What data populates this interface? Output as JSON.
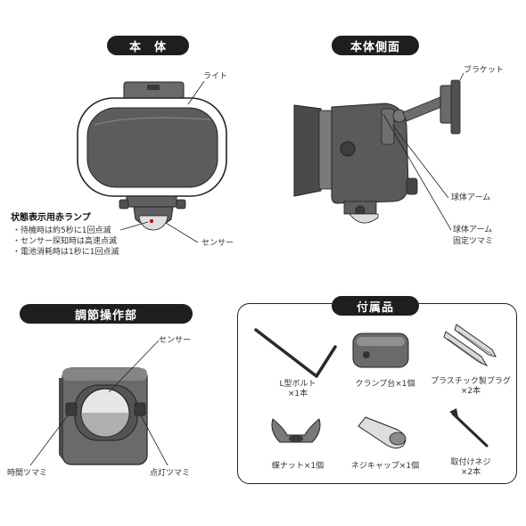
{
  "sections": {
    "main_body": "本　体",
    "side_view": "本体側面",
    "controls": "調節操作部",
    "accessories": "付属品"
  },
  "labels": {
    "light": "ライト",
    "sensor": "センサー",
    "bracket": "ブラケット",
    "ball_arm": "球体アーム",
    "ball_arm_knob_1": "球体アーム",
    "ball_arm_knob_2": "固定ツマミ",
    "controls_sensor": "センサー",
    "time_knob": "時間ツマミ",
    "light_knob": "点灯ツマミ"
  },
  "status_lamp": {
    "title": "状態表示用赤ランプ",
    "lines": [
      "・待機時は約5秒に1回点滅",
      "・センサー探知時は高速点滅",
      "・電池消耗時は1秒に1回点滅"
    ]
  },
  "accessories": [
    {
      "name": "L型ボルト",
      "qty": "×1本",
      "icon": "l-bolt-icon"
    },
    {
      "name": "クランプ台×1個",
      "qty": "",
      "icon": "clamp-base-icon"
    },
    {
      "name": "プラスチック製プラグ",
      "qty": "×2本",
      "icon": "plastic-plug-icon"
    },
    {
      "name": "蝶ナット×1個",
      "qty": "",
      "icon": "wing-nut-icon"
    },
    {
      "name": "ネジキャップ×1個",
      "qty": "",
      "icon": "screw-cap-icon"
    },
    {
      "name": "取付けネジ",
      "qty": "×2本",
      "icon": "screw-icon"
    }
  ],
  "colors": {
    "dark": "#1e1e1e",
    "body_gray": "#595959",
    "mid_gray": "#8c8c8c",
    "light_gray": "#d9d9d9"
  }
}
